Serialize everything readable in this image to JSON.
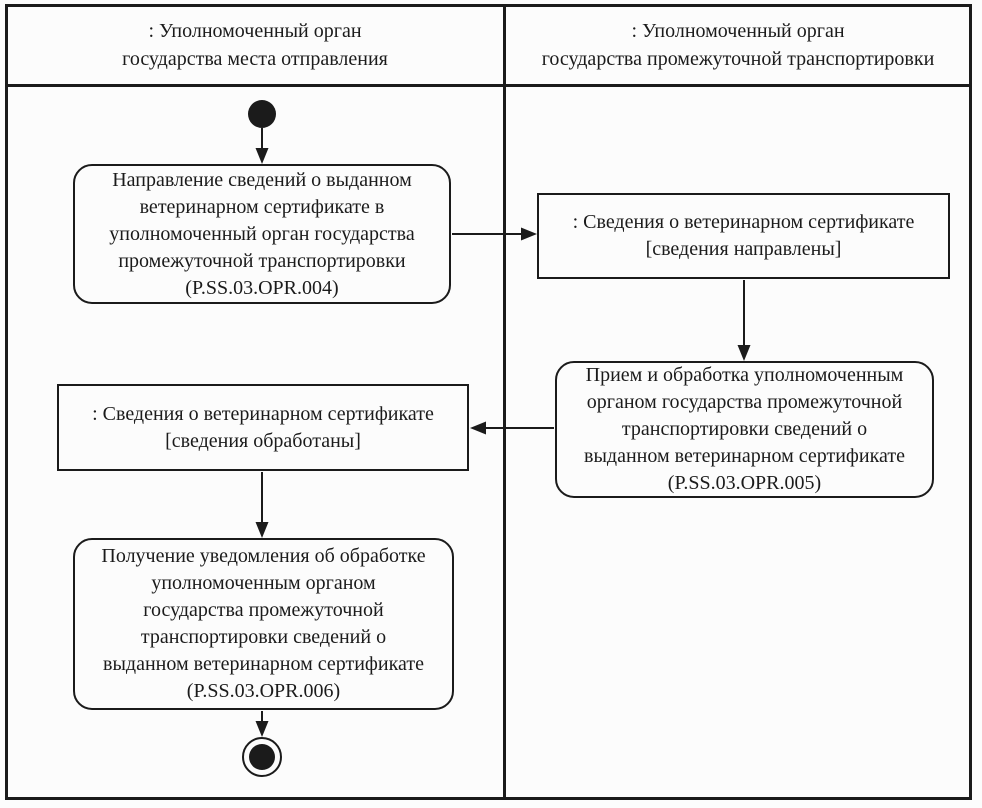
{
  "lanes": [
    {
      "title": ": Уполномоченный орган\nгосударства места отправления"
    },
    {
      "title": ": Уполномоченный орган\nгосударства промежуточной транспортировки"
    }
  ],
  "nodes": {
    "activity_004": {
      "text": "Направление сведений о выданном\nветеринарном сертификате в\nуполномоченный орган государства\nпромежуточной транспортировки\n(P.SS.03.OPR.004)"
    },
    "object_sent": {
      "text": ": Сведения о ветеринарном сертификате\n[сведения направлены]"
    },
    "activity_005": {
      "text": "Прием и обработка уполномоченным\nорганом государства промежуточной\nтранспортировки сведений о\nвыданном ветеринарном сертификате\n(P.SS.03.OPR.005)"
    },
    "object_processed": {
      "text": ": Сведения о ветеринарном сертификате\n[сведения обработаны]"
    },
    "activity_006": {
      "text": "Получение уведомления об обработке\nуполномоченным органом\nгосударства промежуточной\nтранспортировки сведений о\nвыданном ветеринарном сертификате\n(P.SS.03.OPR.006)"
    }
  },
  "colors": {
    "ink": "#1b1b1b",
    "paper": "#fcfcfc"
  }
}
